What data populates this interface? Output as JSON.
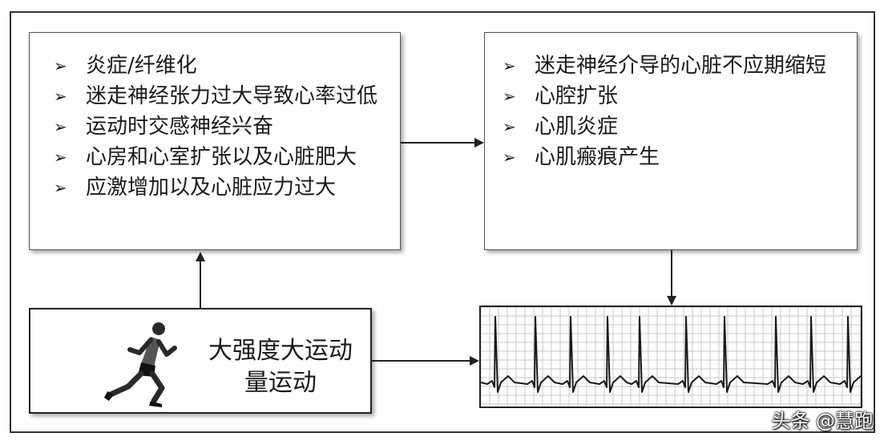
{
  "left_box": {
    "items": [
      "炎症/纤维化",
      "迷走神经张力过大导致心率过低",
      "运动时交感神经兴奋",
      "心房和心室扩张以及心脏肥大",
      "应激增加以及心脏应力过大"
    ]
  },
  "right_box": {
    "items": [
      "迷走神经介导的心脏不应期缩短",
      "心腔扩张",
      "心肌炎症",
      "心肌瘢痕产生"
    ]
  },
  "bottom_box": {
    "label": "大强度大运动量运动"
  },
  "bullet_glyph": "➢",
  "watermark": "头条 @慧跑",
  "icons": [
    "runner-icon",
    "ecg-trace"
  ],
  "colors": {
    "line": "#222222",
    "text": "#1a1a1a",
    "grid": "#c8c8c8"
  }
}
